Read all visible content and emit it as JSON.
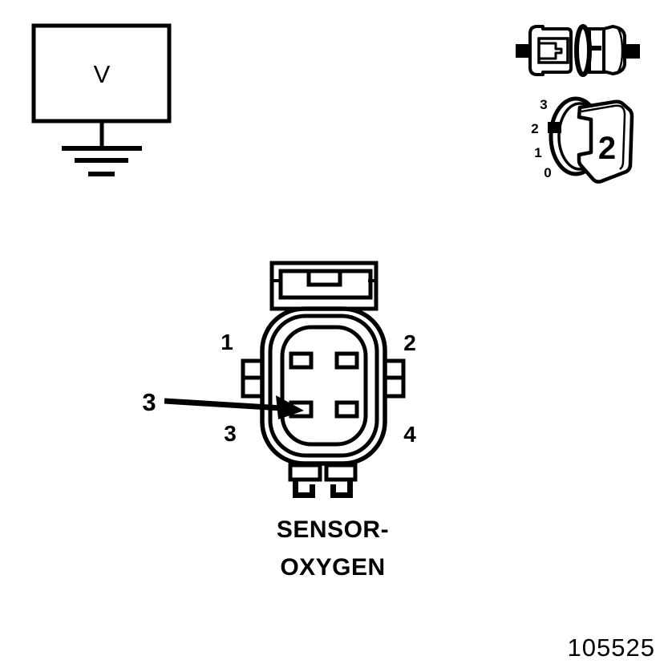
{
  "colors": {
    "ink": "#000000",
    "background": "#ffffff"
  },
  "voltmeter": {
    "label": "V"
  },
  "icons": {
    "disconnect_connector_icon": "harness-disconnect-connector",
    "meter_dial_icon": "meter-dial-selector",
    "ground_icon": "ground-symbol"
  },
  "dial": {
    "scale_labels": [
      "3",
      "2",
      "1",
      "0"
    ],
    "position_label": "2"
  },
  "connector": {
    "pins": [
      {
        "label": "1"
      },
      {
        "label": "2"
      },
      {
        "label": "3"
      },
      {
        "label": "4"
      }
    ],
    "callout_label": "3",
    "caption_line1": "SENSOR-",
    "caption_line2": "OXYGEN"
  },
  "part_number": "105525"
}
